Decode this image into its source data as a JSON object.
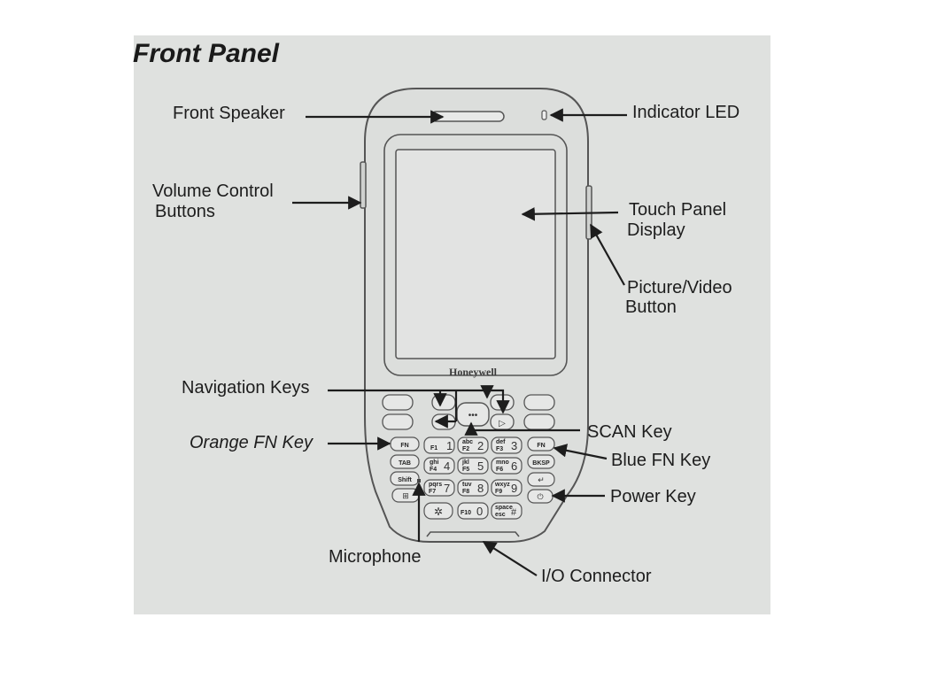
{
  "title": "Front Panel",
  "labels": {
    "front_speaker": "Front Speaker",
    "indicator_led": "Indicator LED",
    "volume_line1": "Volume Control",
    "volume_line2": "Buttons",
    "touch_line1": "Touch Panel",
    "touch_line2": "Display",
    "picture_line1": "Picture/Video",
    "picture_line2": "Button",
    "navigation_keys": "Navigation Keys",
    "scan_key": "SCAN Key",
    "orange_fn_key": "Orange FN Key",
    "blue_fn_key": "Blue FN Key",
    "power_key": "Power Key",
    "microphone": "Microphone",
    "io_connector": "I/O Connector"
  },
  "brand": "Honeywell",
  "keys": {
    "fn": "FN",
    "tab": "TAB",
    "shift": "Shift",
    "bksp": "BKSP",
    "k1": "1",
    "k1s": "F1",
    "k2": "2",
    "k2s": "F2",
    "k2t": "abc",
    "k3": "3",
    "k3s": "F3",
    "k3t": "def",
    "k4": "4",
    "k4s": "F4",
    "k4t": "ghi",
    "k5": "5",
    "k5s": "F5",
    "k5t": "jkl",
    "k6": "6",
    "k6s": "F6",
    "k6t": "mno",
    "k7": "7",
    "k7s": "F7",
    "k7t": "pqrs",
    "k8": "8",
    "k8s": "F8",
    "k8t": "tuv",
    "k9": "9",
    "k9s": "F9",
    "k9t": "wxyz",
    "k0": "0",
    "k0s": "F10",
    "space": "space",
    "esc": "esc"
  }
}
